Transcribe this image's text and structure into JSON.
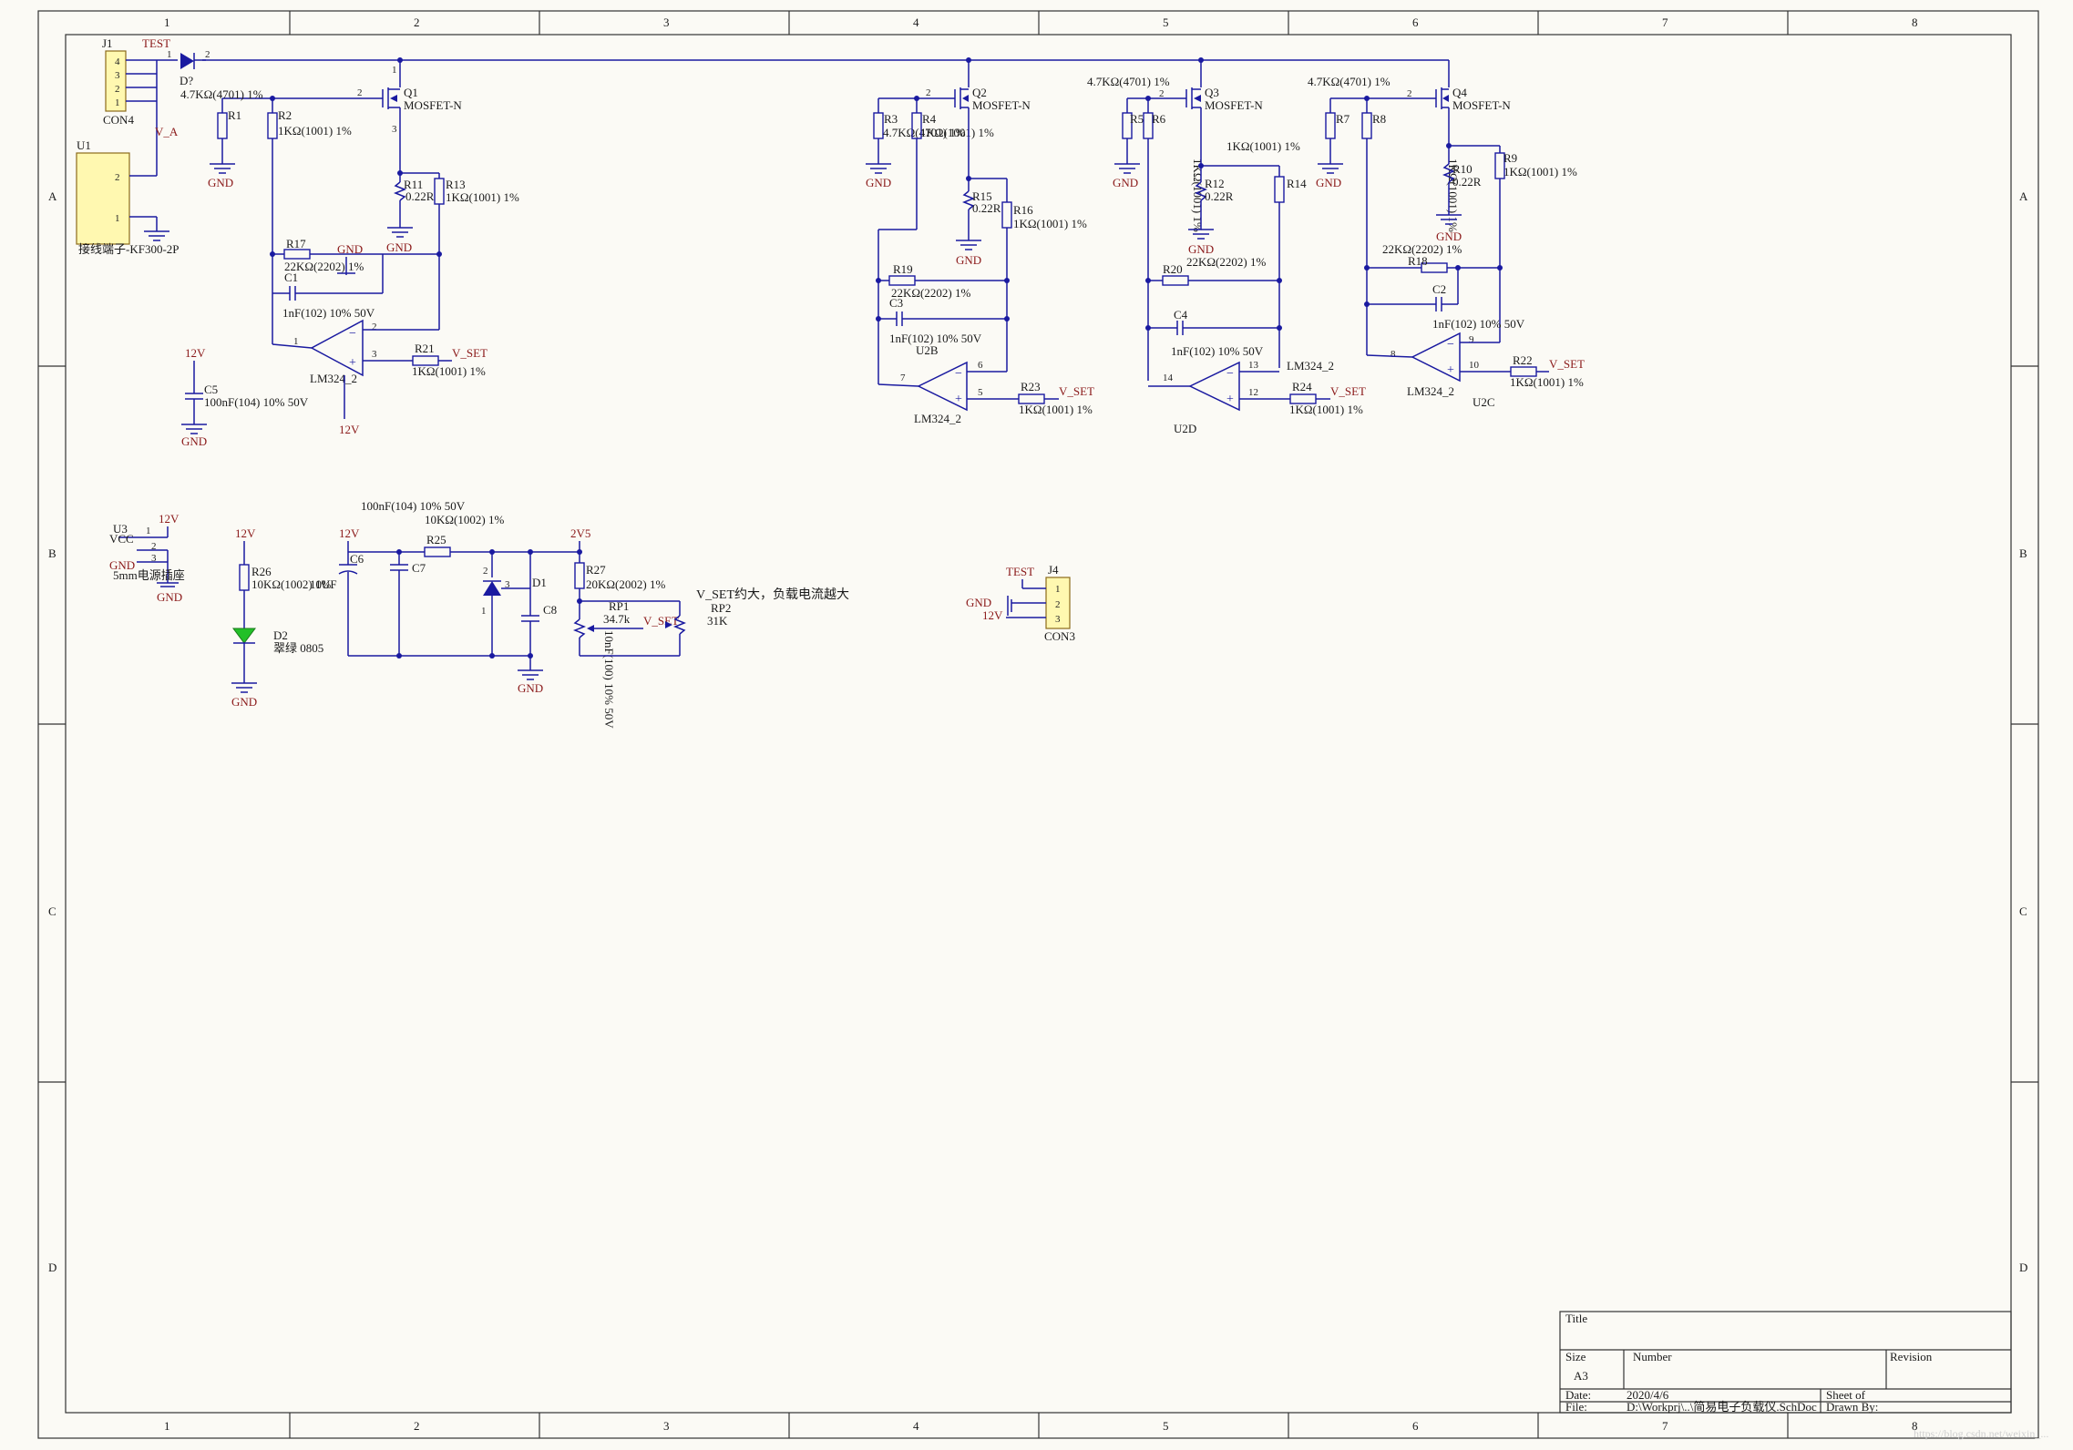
{
  "border": {
    "columns": [
      "1",
      "2",
      "3",
      "4",
      "5",
      "6",
      "7",
      "8"
    ],
    "rows": [
      "A",
      "B",
      "C",
      "D"
    ]
  },
  "title_block": {
    "title_label": "Title",
    "size_label": "Size",
    "size_value": "A3",
    "number_label": "Number",
    "revision_label": "Revision",
    "date_label": "Date:",
    "date_value": "2020/4/6",
    "file_label": "File:",
    "file_value": "D:\\Workprj\\..\\简易电子负载仪.SchDoc",
    "sheet_label": "Sheet   of",
    "drawn_label": "Drawn By:"
  },
  "nets": {
    "gnd": "GND",
    "v12": "12V",
    "v_a": "V_A",
    "v_set": "V_SET",
    "test": "TEST",
    "v2v5": "2V5"
  },
  "components": {
    "j1": {
      "ref": "J1",
      "name": "CON4",
      "pins": [
        "4",
        "3",
        "2",
        "1"
      ]
    },
    "u1": {
      "ref": "U1",
      "name": "接线端子-KF300-2P",
      "pins": [
        "2",
        "1"
      ]
    },
    "diode_top": {
      "ref": "D?",
      "pin1": "1",
      "pin2": "2"
    },
    "q1": {
      "ref": "Q1",
      "type": "MOSFET-N"
    },
    "q2": {
      "ref": "Q2",
      "type": "MOSFET-N"
    },
    "q3": {
      "ref": "Q3",
      "type": "MOSFET-N"
    },
    "q4": {
      "ref": "Q4",
      "type": "MOSFET-N"
    },
    "r1": "R1",
    "r2": "R2",
    "r2_val": "1KΩ(1001) 1%",
    "r1_val": "4.7KΩ(4701) 1%",
    "r11": "R11",
    "r11_val": "0.22R",
    "r13": "R13",
    "r13_val": "1KΩ(1001) 1%",
    "r17": "R17",
    "r17_val": "22KΩ(2202) 1%",
    "c1": "C1",
    "c1_val": "1nF(102) 10% 50V",
    "u2a": "LM324_2",
    "r21": "R21",
    "r21_val": "1KΩ(1001) 1%",
    "c5": "C5",
    "c5_val": "100nF(104) 10% 50V",
    "r3": "R3",
    "r4": "R4",
    "r3_val": "4.7KΩ(4701) 1%",
    "r4_val": "1KΩ(1001) 1%",
    "r15": "R15",
    "r15_val": "0.22R",
    "r16": "R16",
    "r16_val": "1KΩ(1001) 1%",
    "r19": "R19",
    "r19_val": "22KΩ(2202) 1%",
    "c3": "C3",
    "c3_val": "1nF(102) 10% 50V",
    "u2b": "U2B",
    "u2b_name": "LM324_2",
    "r23": "R23",
    "r23_val": "1KΩ(1001) 1%",
    "r5": "R5",
    "r6": "R6",
    "r5_val": "4.7KΩ(4701) 1%",
    "r6_val": "1KΩ(1001) 1%",
    "r12": "R12",
    "r12_val": "0.22R",
    "r14": "R14",
    "r14_val": "1KΩ(1001) 1%",
    "r20": "R20",
    "r20_val": "22KΩ(2202) 1%",
    "c4": "C4",
    "c4_val": "1nF(102) 10% 50V",
    "u2d": "U2D",
    "u2d_name": "LM324_2",
    "r24": "R24",
    "r24_val": "1KΩ(1001) 1%",
    "r7": "R7",
    "r8": "R8",
    "r7_val": "4.7KΩ(4701) 1%",
    "r8_val": "1KΩ(1001) 1%",
    "r10": "R10",
    "r10_val": "0.22R",
    "r9": "R9",
    "r9_val": "1KΩ(1001) 1%",
    "r18": "R18",
    "r18_val": "22KΩ(2202) 1%",
    "c2": "C2",
    "c2_val": "1nF(102) 10% 50V",
    "u2c": "U2C",
    "u2c_name": "LM324_2",
    "r22": "R22",
    "r22_val": "1KΩ(1001) 1%",
    "u3": "U3",
    "u3_name": "5mm电源插座",
    "u3_pin_vcc": "VCC",
    "r26": "R26",
    "r26_val": "10KΩ(1002) 1%",
    "d2": "D2",
    "d2_val": "翠绿 0805",
    "c6": "C6",
    "c6_val": "10UF",
    "c7": "C7",
    "c7_val": "100nF(104) 10% 50V",
    "r25": "R25",
    "r25_val": "10KΩ(1002) 1%",
    "d1": "D1",
    "c8": "C8",
    "c8_val": "10nF(100) 10% 50V",
    "r27": "R27",
    "r27_val": "20KΩ(2002) 1%",
    "rp1": "RP1",
    "rp1_val": "34.7k",
    "rp2": "RP2",
    "rp2_val": "31K",
    "j4": {
      "ref": "J4",
      "name": "CON3",
      "pins": [
        "1",
        "2",
        "3"
      ]
    }
  },
  "annotation": "V_SET约大，负载电流越大",
  "pins": {
    "p1": "1",
    "p2": "2",
    "p3": "3",
    "p5": "5",
    "p6": "6",
    "p7": "7",
    "p8": "8",
    "p9": "9",
    "p10": "10",
    "p12": "12",
    "p13": "13",
    "p14": "14"
  },
  "watermark": "https://blog.csdn.net/weixin_..."
}
